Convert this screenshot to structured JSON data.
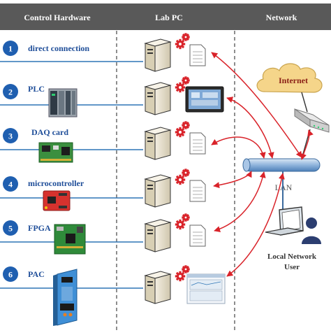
{
  "header": {
    "col1": "Control Hardware",
    "col2": "Lab PC",
    "col3": "Network",
    "bg_color": "#595959"
  },
  "rows": [
    {
      "number": "1",
      "label": "direct connection",
      "device": "none",
      "pc_item": "document-icon"
    },
    {
      "number": "2",
      "label": "PLC",
      "device": "plc-icon",
      "pc_item": "hmi-panel-icon"
    },
    {
      "number": "3",
      "label": "DAQ card",
      "device": "daq-card-icon",
      "pc_item": "document-icon"
    },
    {
      "number": "4",
      "label": "microcontroller",
      "device": "microcontroller-board-icon",
      "pc_item": "document-icon"
    },
    {
      "number": "5",
      "label": "FPGA",
      "device": "fpga-board-icon",
      "pc_item": "document-icon"
    },
    {
      "number": "6",
      "label": "PAC",
      "device": "pac-controller-icon",
      "pc_item": "screen-app-icon"
    }
  ],
  "network": {
    "cloud_label": "Internet",
    "lan_label": "LAN",
    "user_label_line1": "Local Network",
    "user_label_line2": "User"
  },
  "colors": {
    "badge": "#1f5fb0",
    "label": "#1f4e99",
    "wire": "#2e75b6",
    "arrow": "#d9232a",
    "cloud": "#f5d58a",
    "gear": "#d9232a"
  }
}
